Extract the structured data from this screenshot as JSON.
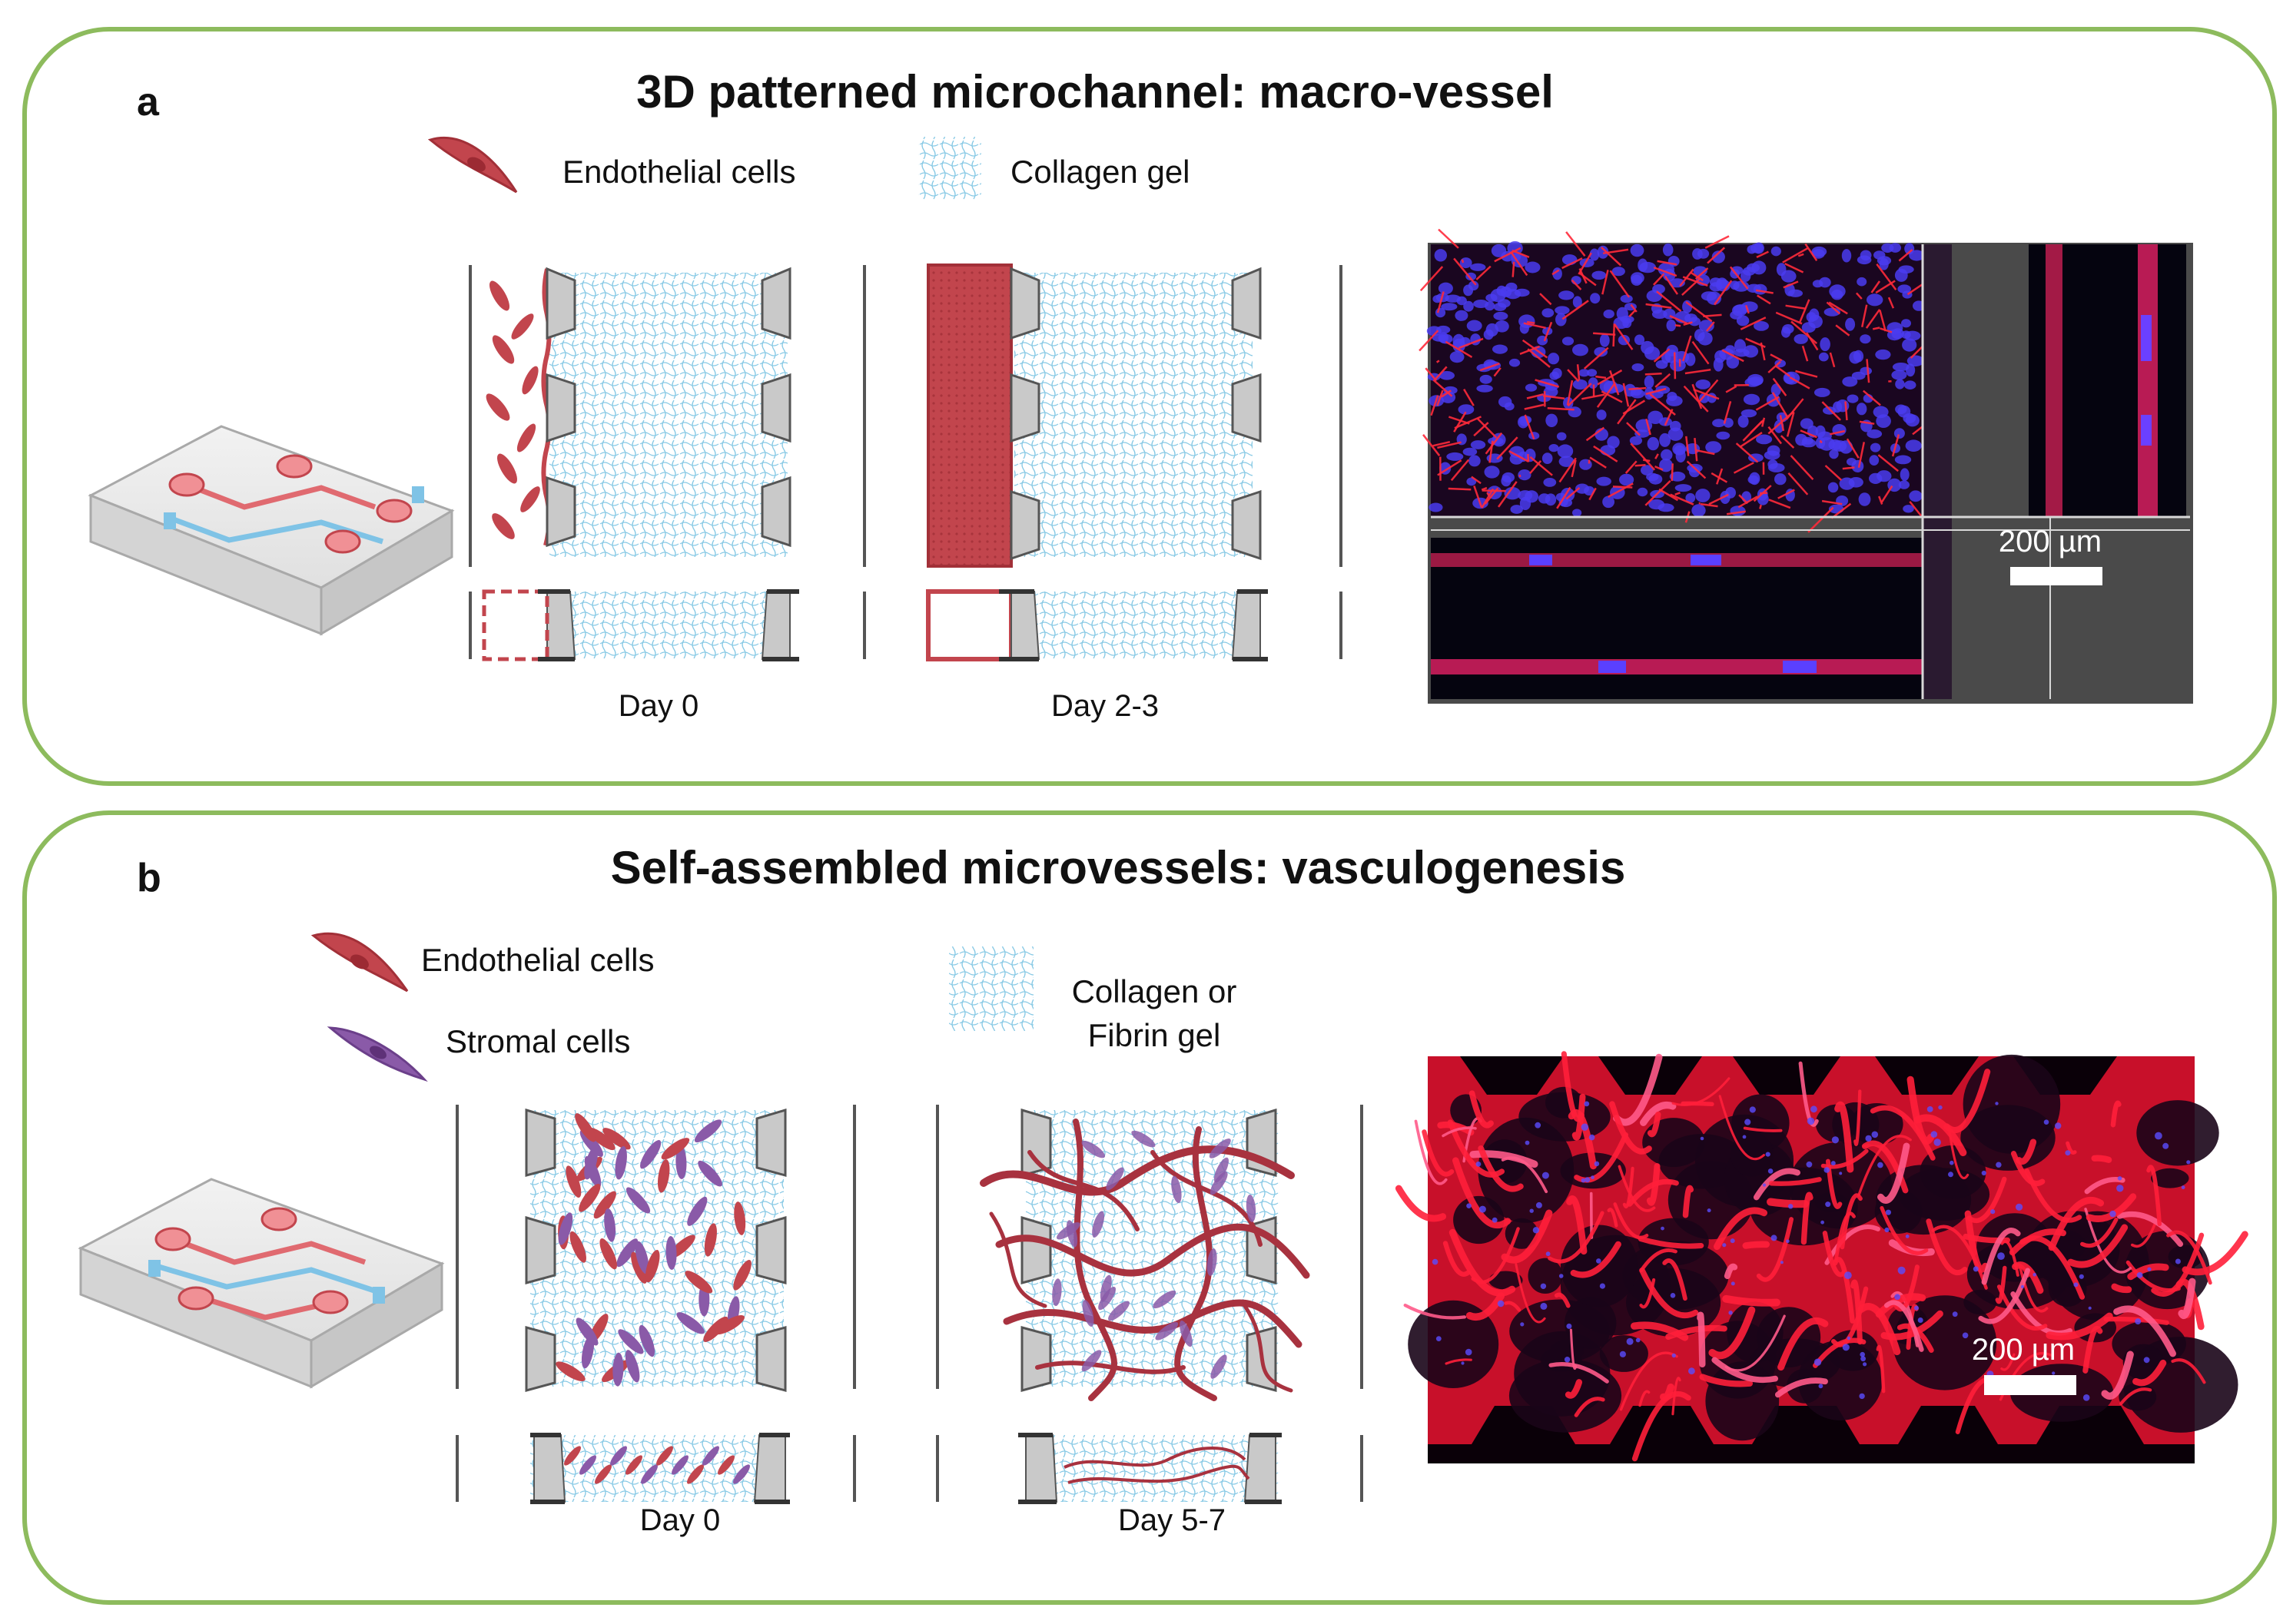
{
  "panel_a": {
    "letter": "a",
    "title": "3D patterned microchannel: macro-vessel",
    "legend": {
      "endothelial": "Endothelial cells",
      "gel": "Collagen gel"
    },
    "day_start": "Day 0",
    "day_end": "Day 2-3",
    "scale_bar": "200 µm"
  },
  "panel_b": {
    "letter": "b",
    "title": "Self-assembled microvessels: vasculogenesis",
    "legend": {
      "endothelial": "Endothelial cells",
      "stromal": "Stromal cells",
      "gel_line1": "Collagen or",
      "gel_line2": "Fibrin gel"
    },
    "day_start": "Day 0",
    "day_end": "Day 5-7",
    "scale_bar": "200 µm"
  },
  "colors": {
    "panel_border": "#8dbb5d",
    "endothelial": "#c2454d",
    "stromal": "#8a5aa8",
    "gel": "#5fb7dc",
    "post": "#c9c9c9",
    "stain_red": "#ff2030",
    "stain_blue": "#3a30ff"
  }
}
